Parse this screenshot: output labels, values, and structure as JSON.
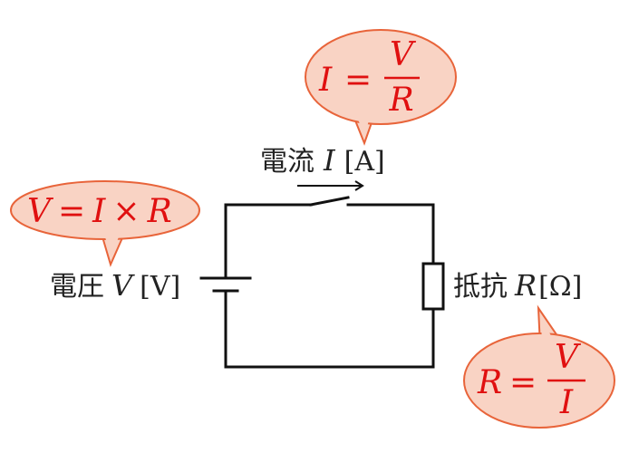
{
  "colors": {
    "wire": "#111111",
    "text": "#222222",
    "bubble_fill": "#f9d3c4",
    "bubble_stroke": "#e8643a",
    "formula": "#e01010"
  },
  "current": {
    "label": "電流",
    "symbol": "I",
    "unit": "[A]"
  },
  "voltage": {
    "label": "電圧",
    "symbol": "V",
    "unit": "[V]"
  },
  "resistance": {
    "label": "抵抗",
    "symbol": "R",
    "unit": "[Ω]"
  },
  "formula_current": {
    "lhs": "I",
    "eq": "=",
    "num": "V",
    "den": "R"
  },
  "formula_voltage": {
    "lhs": "V",
    "eq": "=",
    "a": "I",
    "op": "×",
    "b": "R"
  },
  "formula_resistance": {
    "lhs": "R",
    "eq": "=",
    "num": "V",
    "den": "I"
  }
}
